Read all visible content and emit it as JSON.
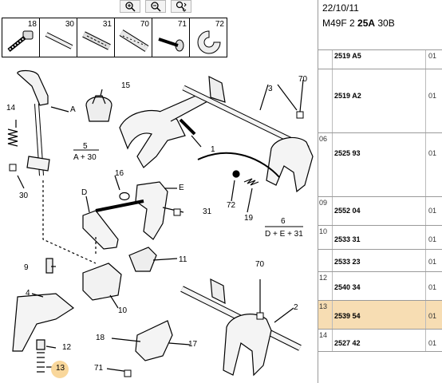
{
  "header": {
    "date": "22/10/11",
    "model_prefix": "M49F 2 ",
    "model_bold": "25A",
    "model_suffix": " 30B"
  },
  "toolbar": {
    "zoom_in_icon": "zoom-in-icon",
    "zoom_out_icon": "zoom-out-icon",
    "zoom_fit_icon": "zoom-fit-icon"
  },
  "parts_strip": [
    {
      "num": "18"
    },
    {
      "num": "30"
    },
    {
      "num": "31"
    },
    {
      "num": "70"
    },
    {
      "num": "71"
    },
    {
      "num": "72"
    }
  ],
  "callouts": {
    "c15": "15",
    "c3": "3",
    "c70a": "70",
    "c14": "14",
    "cA": "A",
    "c5": "5",
    "c5sub": "A + 30",
    "c1": "1",
    "c16": "16",
    "cE": "E",
    "cD": "D",
    "c30": "30",
    "c31": "31",
    "c72": "72",
    "c19": "19",
    "c6": "6",
    "c6sub": "D + E + 31",
    "c9": "9",
    "c11": "11",
    "c70b": "70",
    "c4": "4",
    "c10": "10",
    "c2": "2",
    "c18": "18",
    "c12": "12",
    "c17": "17",
    "c13": "13",
    "c71": "71"
  },
  "rows": [
    {
      "idx": "",
      "code": "2519 A5",
      "qty": "01",
      "h": 24,
      "codeTop": 2
    },
    {
      "idx": "",
      "code": "2519 A2",
      "qty": "01",
      "h": 80,
      "codeTop": 28
    },
    {
      "idx": "06",
      "code": "2525 93",
      "qty": "01",
      "h": 80,
      "codeTop": 20
    },
    {
      "idx": "09",
      "code": "2552 04",
      "qty": "01",
      "h": 36,
      "codeTop": 12
    },
    {
      "idx": "10",
      "code": "2533 31",
      "qty": "01",
      "h": 30,
      "codeTop": 12
    },
    {
      "idx": "",
      "code": "2533 23",
      "qty": "01",
      "h": 28,
      "codeTop": 10
    },
    {
      "idx": "12",
      "code": "2540 34",
      "qty": "01",
      "h": 36,
      "codeTop": 14
    },
    {
      "idx": "13",
      "code": "2539 54",
      "qty": "01",
      "h": 36,
      "codeTop": 14,
      "sel": true
    },
    {
      "idx": "14",
      "code": "2527 42",
      "qty": "01",
      "h": 28,
      "codeTop": 12
    }
  ]
}
